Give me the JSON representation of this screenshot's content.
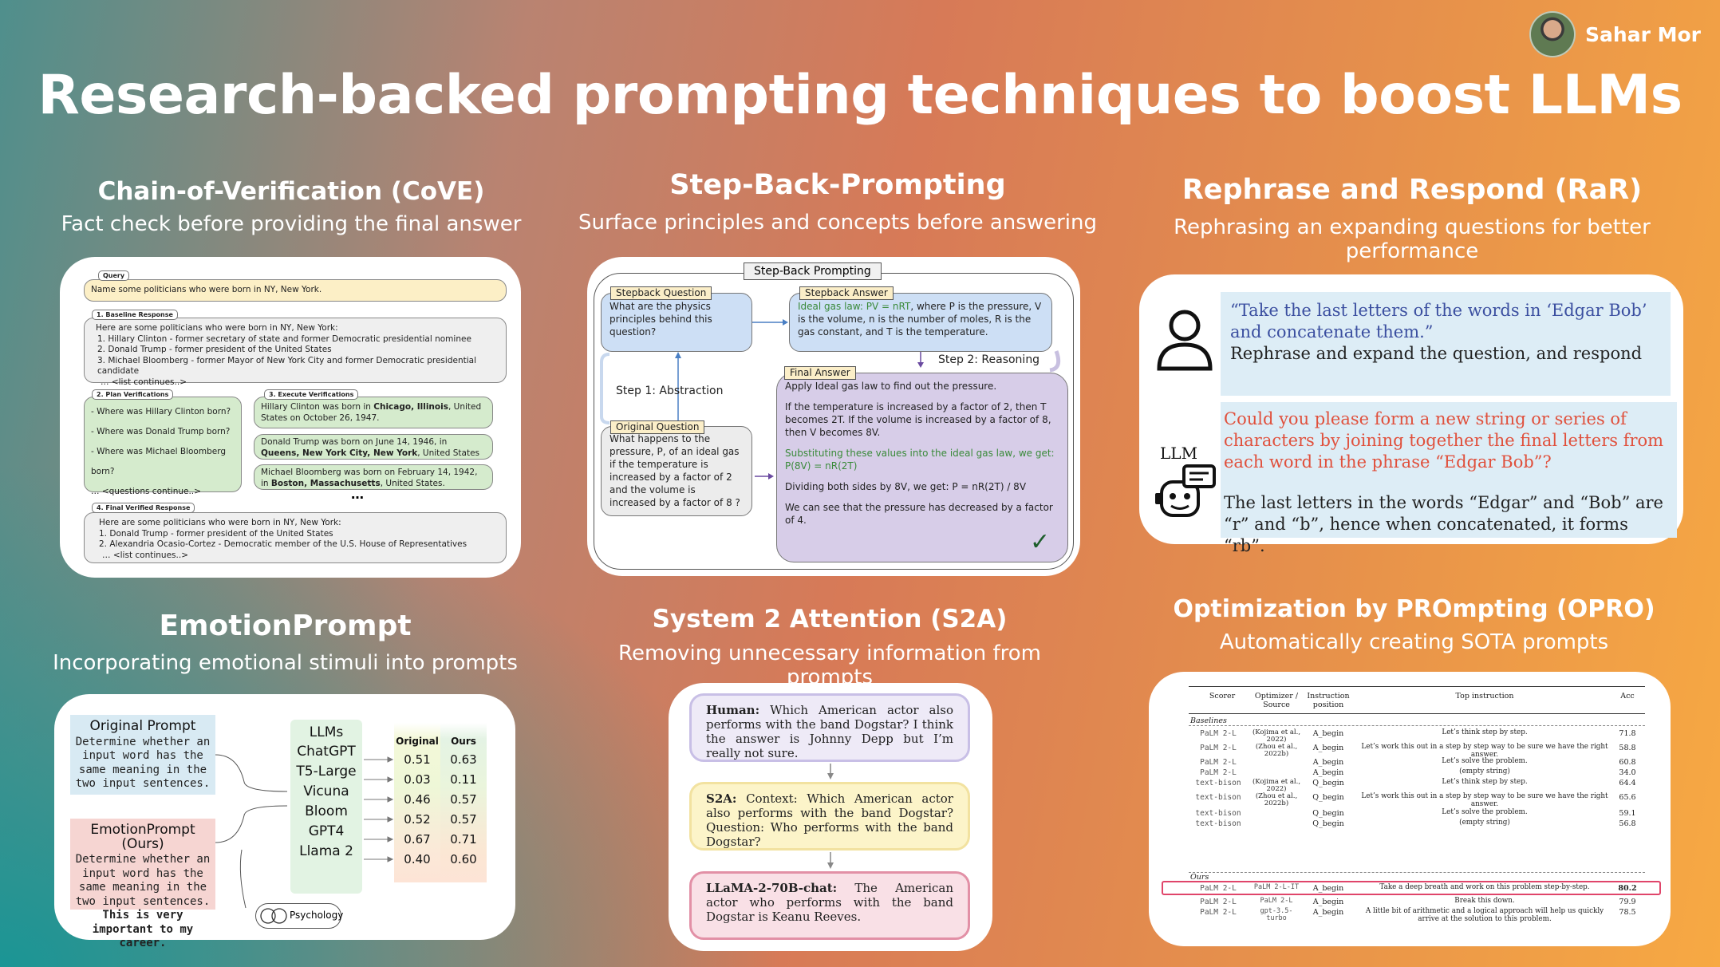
{
  "author": {
    "name": "Sahar Mor"
  },
  "title": "Research-backed prompting techniques to boost LLMs",
  "sections": {
    "cove": {
      "title": "Chain-of-Verification (CoVE)",
      "subtitle": "Fact check before providing the final answer",
      "query_tag": "Query",
      "query": "Name some politicians who were born in NY, New York.",
      "baseline_tag": "1. Baseline Response",
      "baseline_lines": [
        "Here are some politicians who were born in NY, New York:",
        "1. Hillary Clinton - former secretary of state and former Democratic presidential nominee",
        "2. Donald Trump - former president of the United States",
        "3. Michael Bloomberg - former Mayor of New York City and former Democratic presidential candidate",
        "… <list continues..>"
      ],
      "plan_tag": "2. Plan Verifications",
      "plan_items": [
        "- Where was Hillary Clinton born?",
        "- Where was Donald Trump born?",
        "- Where was Michael Bloomberg born?",
        "… <questions continue..>"
      ],
      "exec_tag": "3. Execute Verifications",
      "exec_items": [
        {
          "pre": "Hillary Clinton was born in ",
          "bold": "Chicago, Illinois",
          "post": ", United States on October 26, 1947."
        },
        {
          "pre": "Donald Trump was born on June 14, 1946, in ",
          "bold": "Queens, New York City, New York",
          "post": ", United States"
        },
        {
          "pre": "Michael Bloomberg was born on February 14, 1942, in ",
          "bold": "Boston, Massachusetts",
          "post": ", United States."
        }
      ],
      "ellipsis": "…",
      "final_tag": "4. Final Verified Response",
      "final_lines": [
        "Here are some politicians who were born in NY, New York:",
        "1. Donald Trump - former president of the United States",
        "2. Alexandria Ocasio-Cortez - Democratic member of the U.S. House of Representatives",
        "… <list continues..>"
      ]
    },
    "stepback": {
      "title": "Step-Back-Prompting",
      "subtitle": "Surface principles and concepts before answering",
      "frame_label": "Step-Back Prompting",
      "sq_tag": "Stepback Question",
      "sq": "What are the physics principles behind this question?",
      "sa_tag": "Stepback Answer",
      "sa_green": "Ideal gas law: PV = nRT",
      "sa_rest": ", where P is the pressure, V is the volume, n is the number of moles, R is the gas constant, and T is the temperature.",
      "step1": "Step 1: Abstraction",
      "step2": "Step 2: Reasoning",
      "oq_tag": "Original Question",
      "oq": "What happens to the pressure, P, of an ideal gas if the temperature is increased by a factor of 2 and the volume is increased by a factor of 8 ?",
      "fa_tag": "Final Answer",
      "fa_p1": "Apply Ideal gas law to find out the pressure.",
      "fa_p2": "If the temperature is increased by a factor of 2, then T becomes 2T. If the volume is increased by a factor of 8, then V becomes 8V.",
      "fa_p3": "Substituting these values into the ideal gas law, we get: P(8V) = nR(2T)",
      "fa_p4": "Dividing both sides by 8V, we get: P = nR(2T) / 8V",
      "fa_p5": "We can see that the pressure has decreased by a factor of 4.",
      "check": "✓"
    },
    "rar": {
      "title": "Rephrase and Respond (RaR)",
      "subtitle": "Rephrasing an expanding questions for better performance",
      "user_quote": "“Take the last letters of the words in ‘Edgar Bob’ and concatenate them.”",
      "user_instr": "Rephrase and expand the question, and respond",
      "llm_label": "LLM",
      "llm_rephrase": "Could you please form a new string or series of characters by joining together the final letters from each word in the phrase “Edgar Bob”?",
      "llm_answer": "The last letters in the words “Edgar” and “Bob” are “r” and “b”, hence when concatenated, it forms “rb”."
    },
    "emotion": {
      "title": "EmotionPrompt",
      "subtitle": "Incorporating emotional stimuli into prompts",
      "orig_title": "Original Prompt",
      "orig_text": "Determine whether an input word has the same meaning in the two input sentences.",
      "emo_title": "EmotionPrompt (Ours)",
      "emo_text": "Determine whether an input word has the same meaning in the two input sentences.",
      "emo_bold": "This is very important to my career.",
      "psych": "Psychology",
      "llms_header": "LLMs",
      "col_original": "Original",
      "col_ours": "Ours",
      "rows": [
        {
          "model": "ChatGPT",
          "original": "0.51",
          "ours": "0.63"
        },
        {
          "model": "T5-Large",
          "original": "0.03",
          "ours": "0.11"
        },
        {
          "model": "Vicuna",
          "original": "0.46",
          "ours": "0.57"
        },
        {
          "model": "Bloom",
          "original": "0.52",
          "ours": "0.57"
        },
        {
          "model": "GPT4",
          "original": "0.67",
          "ours": "0.71"
        },
        {
          "model": "Llama 2",
          "original": "0.40",
          "ours": "0.60"
        }
      ]
    },
    "s2a": {
      "title": "System 2 Attention (S2A)",
      "subtitle": "Removing unnecessary information from prompts",
      "human_label": "Human:",
      "human_text": "Which American actor also performs with the band Dogstar? I think the answer is Johnny Depp but I’m really not sure.",
      "s2a_label": "S2A:",
      "s2a_text": "Context: Which American actor also performs with the band Dogstar? Question: Who performs with the band Dogstar?",
      "llama_label": "LLaMA-2-70B-chat:",
      "llama_text": "The American actor who performs with the band Dogstar is Keanu Reeves."
    },
    "opro": {
      "title": "Optimization by PROmpting (OPRO)",
      "subtitle": "Automatically creating SOTA prompts",
      "headers": [
        "Scorer",
        "Optimizer / Source",
        "Instruction position",
        "Top instruction",
        "Acc"
      ],
      "baselines_label": "Baselines",
      "ours_label": "Ours",
      "rows": [
        {
          "scorer": "PaLM 2-L",
          "source": "(Kojima et al., 2022)",
          "pos": "A_begin",
          "inst": "Let’s think step by step.",
          "acc": "71.8"
        },
        {
          "scorer": "PaLM 2-L",
          "source": "(Zhou et al., 2022b)",
          "pos": "A_begin",
          "inst": "Let’s work this out in a step by step way to be sure we have the right answer.",
          "acc": "58.8"
        },
        {
          "scorer": "PaLM 2-L",
          "source": "",
          "pos": "A_begin",
          "inst": "Let’s solve the problem.",
          "acc": "60.8"
        },
        {
          "scorer": "PaLM 2-L",
          "source": "",
          "pos": "A_begin",
          "inst": "(empty string)",
          "acc": "34.0"
        },
        {
          "scorer": "text-bison",
          "source": "(Kojima et al., 2022)",
          "pos": "Q_begin",
          "inst": "Let’s think step by step.",
          "acc": "64.4"
        },
        {
          "scorer": "text-bison",
          "source": "(Zhou et al., 2022b)",
          "pos": "Q_begin",
          "inst": "Let’s work this out in a step by step way to be sure we have the right answer.",
          "acc": "65.6"
        },
        {
          "scorer": "text-bison",
          "source": "",
          "pos": "Q_begin",
          "inst": "Let’s solve the problem.",
          "acc": "59.1"
        },
        {
          "scorer": "text-bison",
          "source": "",
          "pos": "Q_begin",
          "inst": "(empty string)",
          "acc": "56.8"
        },
        {
          "scorer": "PaLM 2-L",
          "source": "PaLM 2-L-IT",
          "pos": "A_begin",
          "inst": "Take a deep breath and work on this problem step-by-step.",
          "acc": "80.2"
        },
        {
          "scorer": "PaLM 2-L",
          "source": "PaLM 2-L",
          "pos": "A_begin",
          "inst": "Break this down.",
          "acc": "79.9"
        },
        {
          "scorer": "PaLM 2-L",
          "source": "gpt-3.5-turbo",
          "pos": "A_begin",
          "inst": "A little bit of arithmetic and a logical approach will help us quickly arrive at the solution to this problem.",
          "acc": "78.5"
        }
      ]
    }
  },
  "colors": {
    "highlight": "#e0456a",
    "rar_red": "#e0503c",
    "green": "#3a8a3a"
  }
}
